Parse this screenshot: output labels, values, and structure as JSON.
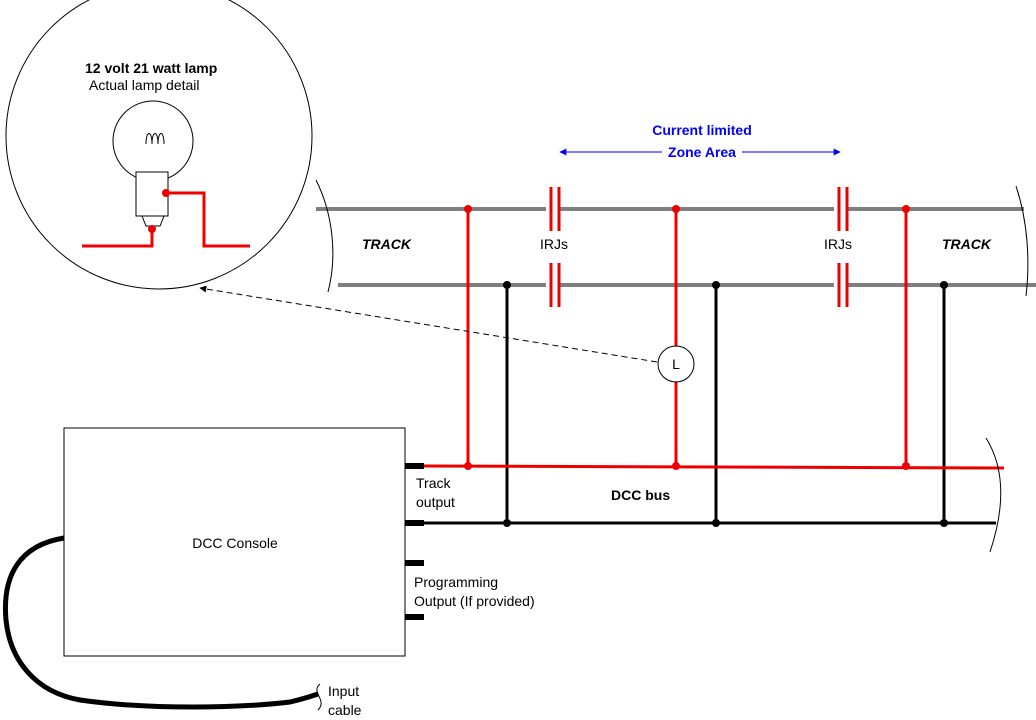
{
  "inset": {
    "title": "12 volt 21 watt lamp",
    "subtitle": "Actual lamp detail"
  },
  "zone": {
    "line1": "Current limited",
    "line2": "Zone Area"
  },
  "track": {
    "left_label": "TRACK",
    "right_label": "TRACK",
    "irj_left": "IRJs",
    "irj_right": "IRJs"
  },
  "lamp_symbol": "L",
  "console": {
    "label": "DCC Console",
    "track_output": [
      "Track",
      "output"
    ],
    "programming_output": [
      "Programming",
      "Output (If provided)"
    ],
    "input_cable": [
      "Input",
      "cable"
    ]
  },
  "bus": {
    "label": "DCC bus"
  },
  "colors": {
    "red_wire": "#ee0000",
    "black_wire": "#000000",
    "rail": "#7f7f7f",
    "zone_text": "#0000ff"
  }
}
